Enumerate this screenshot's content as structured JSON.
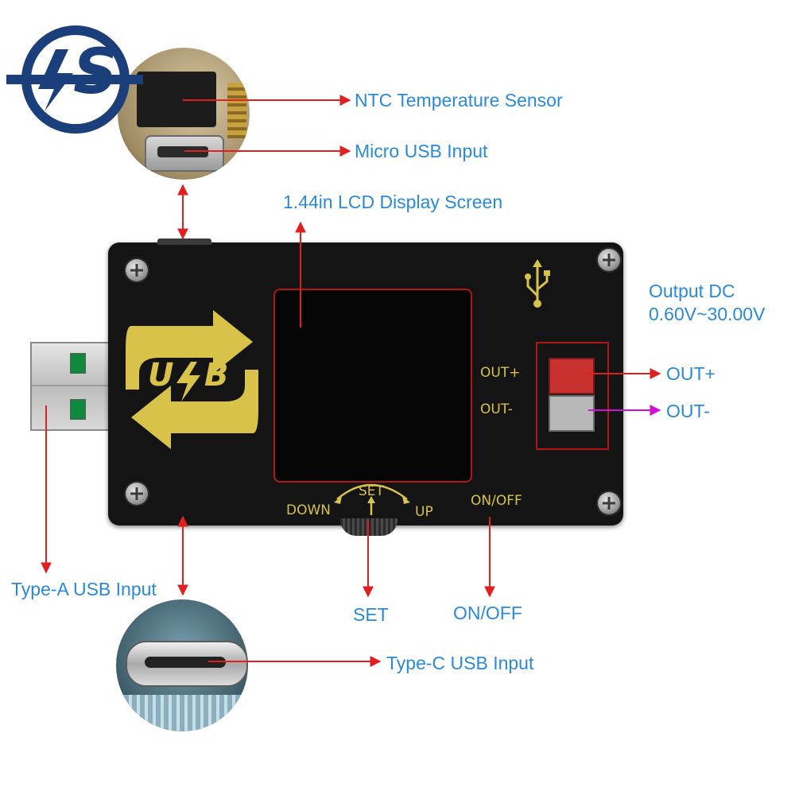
{
  "logo": {
    "letters": "S"
  },
  "board": {
    "lcd_caption": "1.44in LCD Display Screen",
    "silk": {
      "out_plus": "OUT+",
      "out_minus": "OUT-",
      "set": "SET",
      "down": "DOWN",
      "up": "UP",
      "on_off": "ON/OFF"
    },
    "usb_badge": {
      "left": "U",
      "right": "B"
    }
  },
  "callouts": {
    "ntc": "NTC Temperature Sensor",
    "micro_usb": "Micro USB Input",
    "lcd": "1.44in LCD Display Screen",
    "output_dc_line1": "Output DC",
    "output_dc_line2": "0.60V~30.00V",
    "out_plus": "OUT+",
    "out_minus": "OUT-",
    "type_a": "Type-A USB Input",
    "set": "SET",
    "on_off": "ON/OFF",
    "type_c": "Type-C USB Input"
  },
  "colors": {
    "callout_text": "#2a8ad8",
    "arrow_red": "#e02020",
    "arrow_magenta": "#d010d0",
    "board_black": "#141414",
    "silk_yellow": "#d8c24a",
    "lcd_frame_red": "#b01818",
    "logo_blue": "#1a3f7a"
  }
}
